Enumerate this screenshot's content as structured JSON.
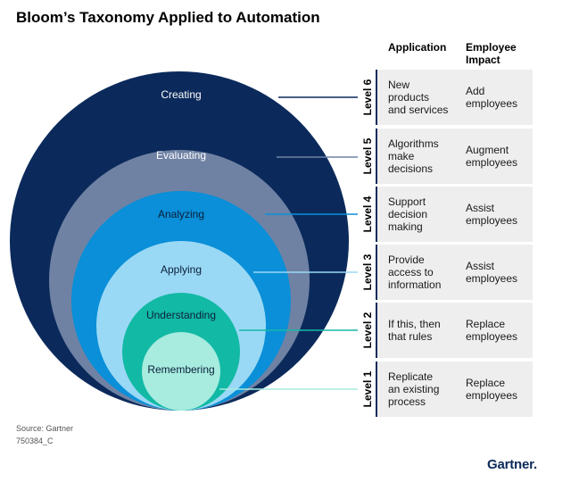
{
  "title": "Bloom’s Taxonomy Applied to Automation",
  "columns": {
    "application": "Application",
    "impact_line1": "Employee",
    "impact_line2": "Impact"
  },
  "circles": [
    {
      "label": "Creating",
      "color": "#0b2a5b",
      "text_color": "#ffffff"
    },
    {
      "label": "Evaluating",
      "color": "#6f82a4",
      "text_color": "#ffffff"
    },
    {
      "label": "Analyzing",
      "color": "#0a8fd8",
      "text_color": "#0b1f3a"
    },
    {
      "label": "Applying",
      "color": "#9ad9f5",
      "text_color": "#0b1f3a"
    },
    {
      "label": "Understanding",
      "color": "#12b9a5",
      "text_color": "#0b1f3a"
    },
    {
      "label": "Remembering",
      "color": "#a7ecdf",
      "text_color": "#0b1f3a"
    }
  ],
  "levels": [
    {
      "level": "Level 6",
      "application": [
        "New",
        "products",
        "and services"
      ],
      "impact": [
        "Add",
        "employees"
      ]
    },
    {
      "level": "Level 5",
      "application": [
        "Algorithms",
        "make",
        "decisions"
      ],
      "impact": [
        "Augment",
        "employees"
      ]
    },
    {
      "level": "Level 4",
      "application": [
        "Support",
        "decision",
        "making"
      ],
      "impact": [
        "Assist",
        "employees"
      ]
    },
    {
      "level": "Level 3",
      "application": [
        "Provide",
        "access to",
        "information"
      ],
      "impact": [
        "Assist",
        "employees"
      ]
    },
    {
      "level": "Level 2",
      "application": [
        "If this, then",
        "that rules"
      ],
      "impact": [
        "Replace",
        "employees"
      ]
    },
    {
      "level": "Level 1",
      "application": [
        "Replicate",
        "an existing",
        "process"
      ],
      "impact": [
        "Replace",
        "employees"
      ]
    }
  ],
  "source": "Source: Gartner",
  "code": "750384_C",
  "logo": {
    "text": "Gartner",
    "dot": "."
  }
}
